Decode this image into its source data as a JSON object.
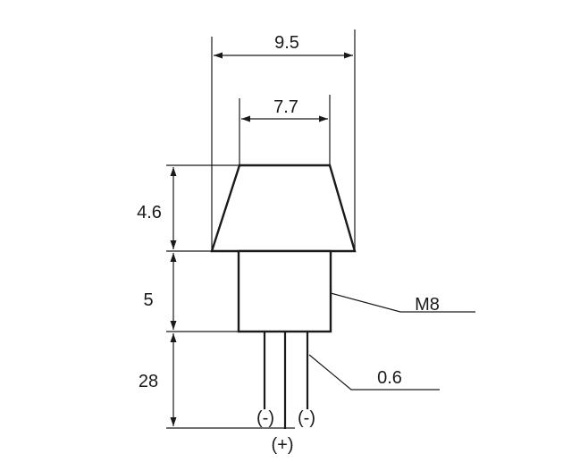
{
  "dimensions": {
    "top_width": "9.5",
    "inner_top_width": "7.7",
    "cap_height": "4.6",
    "body_height": "5",
    "pin_length": "28",
    "thread": "M8",
    "pin_diameter": "0.6"
  },
  "pins": {
    "left": "(-)",
    "right": "(-)",
    "center": "(+)"
  }
}
